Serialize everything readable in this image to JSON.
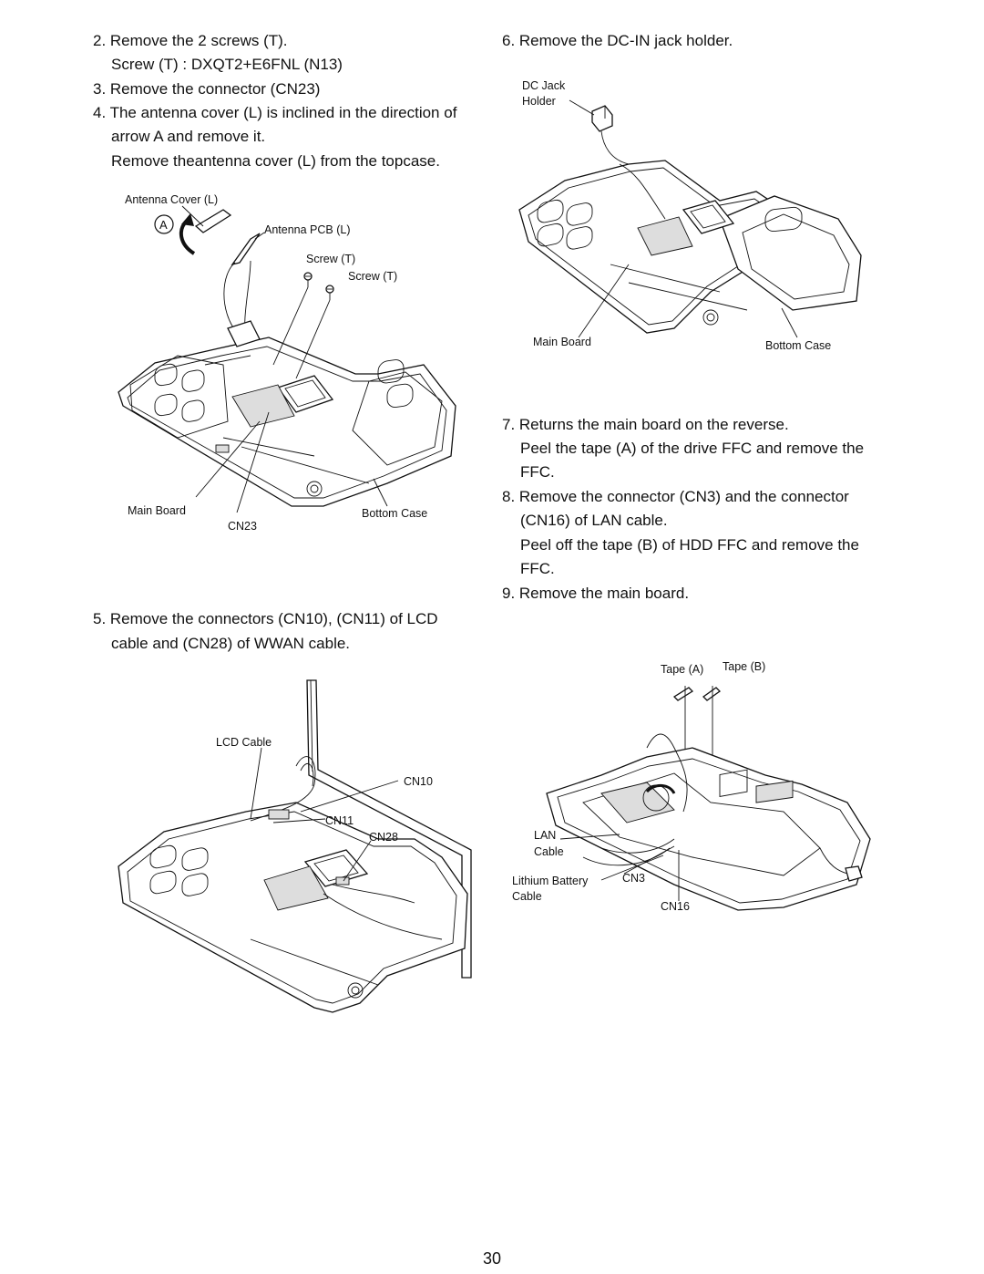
{
  "left_steps": {
    "s2_line1": "2. Remove the 2 screws (T).",
    "s2_line2": "Screw (T) : DXQT2+E6FNL (N13)",
    "s3": "3. Remove the connector (CN23)",
    "s4_line1": "4. The antenna cover (L) is inclined in the direction of",
    "s4_line2": "arrow A and remove it.",
    "s4_line3": "Remove theantenna cover (L) from the topcase.",
    "s5_line1": "5. Remove the connectors (CN10), (CN11) of LCD",
    "s5_line2": "cable and (CN28) of WWAN cable."
  },
  "right_steps": {
    "s6": "6. Remove the DC-IN jack holder.",
    "s7_line1": "7. Returns the main board on the reverse.",
    "s7_line2": "Peel the tape (A) of the drive FFC and remove the",
    "s7_line3": "FFC.",
    "s8_line1": "8. Remove the connector (CN3) and the connector",
    "s8_line2": "(CN16) of LAN cable.",
    "s8_line3": "Peel off the tape (B) of HDD FFC and remove the",
    "s8_line4": "FFC.",
    "s9": "9. Remove the main board."
  },
  "figure1": {
    "antenna_cover": "Antenna Cover (L)",
    "arrow_letter": "A",
    "antenna_pcb": "Antenna PCB (L)",
    "screw1": "Screw (T)",
    "screw2": "Screw (T)",
    "main_board": "Main Board",
    "cn23": "CN23",
    "bottom_case": "Bottom Case"
  },
  "figure2": {
    "dc_jack_line1": "DC Jack",
    "dc_jack_line2": "Holder",
    "main_board": "Main Board",
    "bottom_case": "Bottom Case"
  },
  "figure3": {
    "lcd_cable": "LCD Cable",
    "cn10": "CN10",
    "cn11": "CN11",
    "cn28": "CN28"
  },
  "figure4": {
    "tape_a": "Tape (A)",
    "tape_b": "Tape (B)",
    "lan_line1": "LAN",
    "lan_line2": "Cable",
    "lithium_line1": "Lithium Battery",
    "lithium_line2": "Cable",
    "cn3": "CN3",
    "cn16": "CN16"
  },
  "page_number": "30"
}
